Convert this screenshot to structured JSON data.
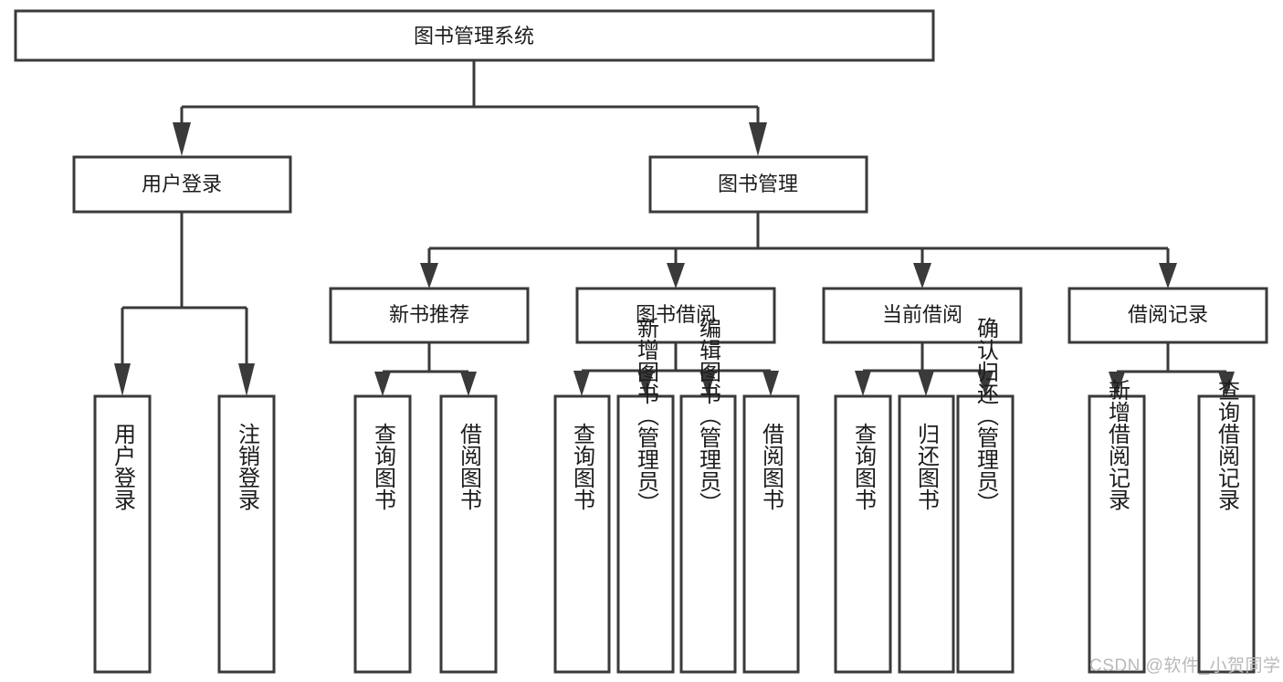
{
  "diagram": {
    "title": "图书管理系统",
    "type": "tree",
    "watermark": "CSDN @软件_小贺同学",
    "colors": {
      "background": "#ffffff",
      "box_fill": "#ffffff",
      "box_stroke": "#3a3a3a",
      "text": "#1c1c1c",
      "watermark": "#b9b9b9"
    },
    "root": {
      "label": "图书管理系统"
    },
    "level2": [
      {
        "id": "user-login",
        "label": "用户登录"
      },
      {
        "id": "book-manage",
        "label": "图书管理"
      }
    ],
    "level3": [
      {
        "id": "new-book-recommend",
        "label": "新书推荐",
        "parent": "book-manage"
      },
      {
        "id": "book-borrow",
        "label": "图书借阅",
        "parent": "book-manage"
      },
      {
        "id": "current-borrow",
        "label": "当前借阅",
        "parent": "book-manage"
      },
      {
        "id": "borrow-record",
        "label": "借阅记录",
        "parent": "book-manage"
      }
    ],
    "leaves": {
      "user-login": [
        {
          "id": "leaf-user-login",
          "label": "用户登录"
        },
        {
          "id": "leaf-logout-login",
          "label": "注销登录"
        }
      ],
      "new-book-recommend": [
        {
          "id": "leaf-query-book-1",
          "label": "查询图书"
        },
        {
          "id": "leaf-borrow-book-1",
          "label": "借阅图书"
        }
      ],
      "book-borrow": [
        {
          "id": "leaf-query-book-2",
          "label": "查询图书"
        },
        {
          "id": "leaf-add-book",
          "label": "新增图书（管理员）"
        },
        {
          "id": "leaf-edit-book",
          "label": "编辑图书（管理员）"
        },
        {
          "id": "leaf-borrow-book-2",
          "label": "借阅图书"
        }
      ],
      "current-borrow": [
        {
          "id": "leaf-query-book-3",
          "label": "查询图书"
        },
        {
          "id": "leaf-return-book",
          "label": "归还图书"
        },
        {
          "id": "leaf-confirm-return",
          "label": "确认归还（管理员）"
        }
      ],
      "borrow-record": [
        {
          "id": "leaf-add-record",
          "label": "新增借阅记录"
        },
        {
          "id": "leaf-query-record",
          "label": "查询借阅记录"
        }
      ]
    }
  }
}
